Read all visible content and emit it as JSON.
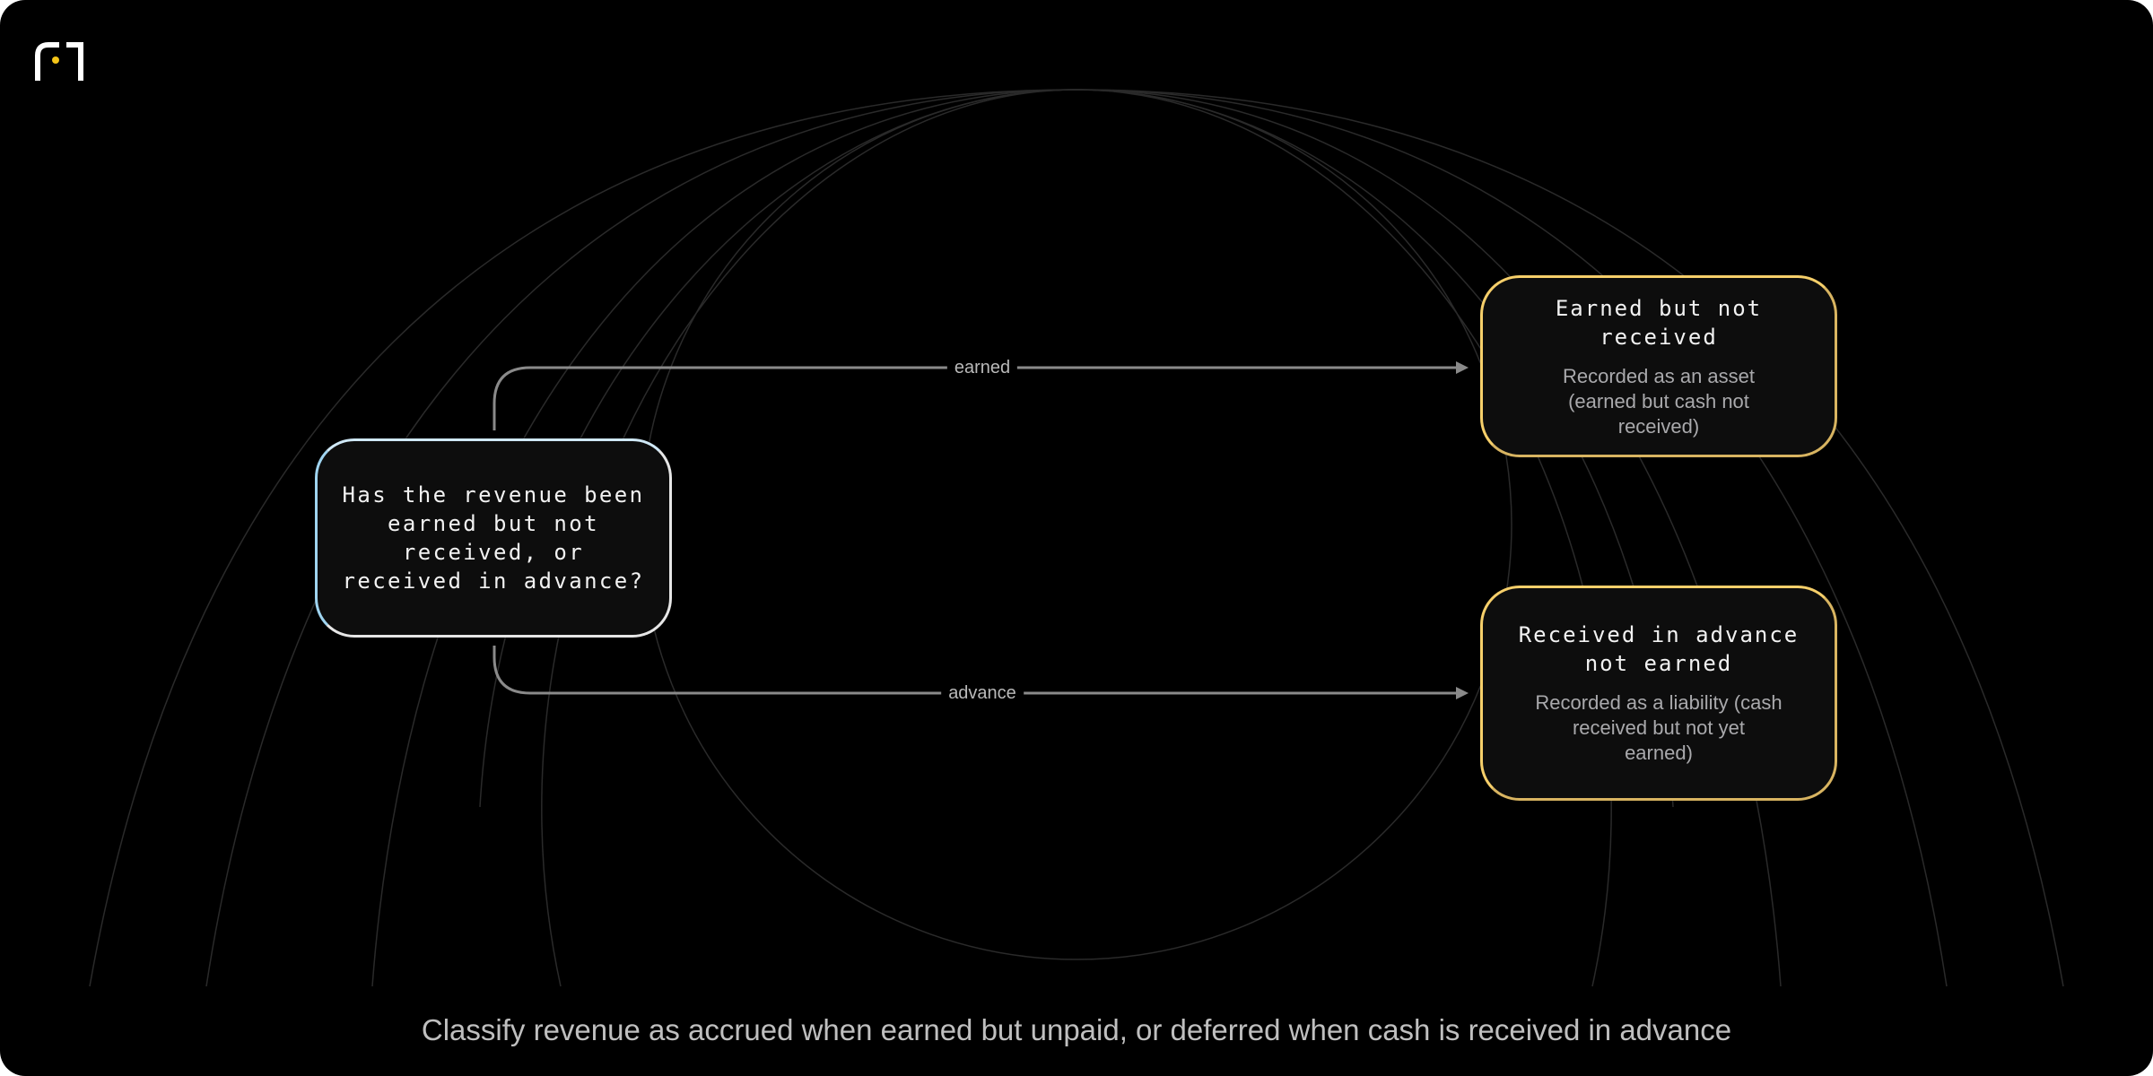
{
  "diagram": {
    "question": {
      "text": "Has the revenue been\nearned but not\nreceived, or\nreceived in advance?"
    },
    "outcomes": [
      {
        "edge_label": "earned",
        "title": "Earned but not\nreceived",
        "description": "Recorded as an asset\n(earned but cash not\nreceived)"
      },
      {
        "edge_label": "advance",
        "title": "Received in advance\nnot earned",
        "description": "Recorded as a liability (cash\nreceived but not yet\nearned)"
      }
    ]
  },
  "caption": "Classify revenue as accrued when earned but unpaid, or deferred when cash is received in advance",
  "colors": {
    "background": "#000000",
    "question_border": "#e6e6e6",
    "question_border_accent": "#9fd4f0",
    "result_border": "#f6cf6a",
    "connector": "#8a8a8a",
    "logo_dot": "#f5c518"
  },
  "icons": {
    "logo": "brand-logo-icon"
  }
}
